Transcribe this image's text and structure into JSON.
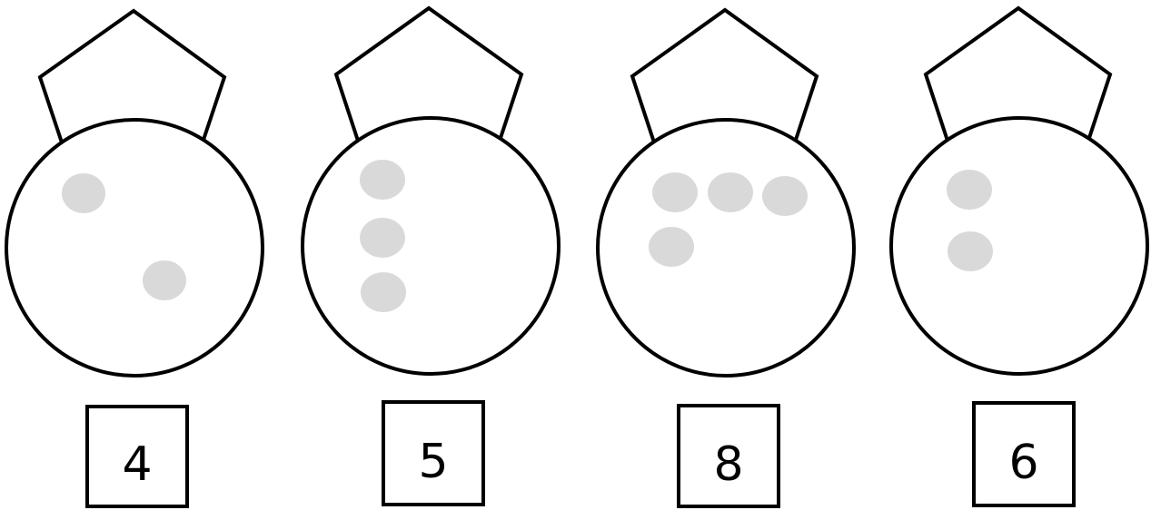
{
  "colors": {
    "outline": "#000000",
    "dot": "#d9d9d9",
    "background": "#ffffff"
  },
  "figures": [
    {
      "label": "4",
      "dot_count": 2
    },
    {
      "label": "5",
      "dot_count": 3
    },
    {
      "label": "8",
      "dot_count": 4
    },
    {
      "label": "6",
      "dot_count": 2
    }
  ]
}
